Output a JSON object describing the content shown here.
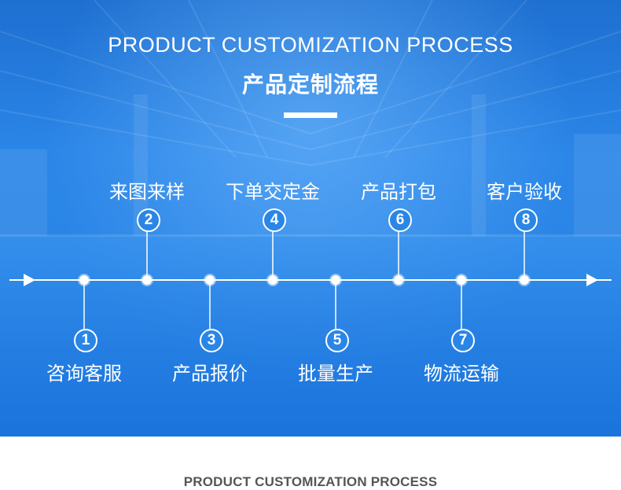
{
  "header": {
    "title_en": "PRODUCT CUSTOMIZATION PROCESS",
    "title_cn": "产品定制流程"
  },
  "steps": [
    {
      "num": "1",
      "label": "咨询客服"
    },
    {
      "num": "2",
      "label": "来图来样"
    },
    {
      "num": "3",
      "label": "产品报价"
    },
    {
      "num": "4",
      "label": "下单交定金"
    },
    {
      "num": "5",
      "label": "批量生产"
    },
    {
      "num": "6",
      "label": "产品打包"
    },
    {
      "num": "7",
      "label": "物流运输"
    },
    {
      "num": "8",
      "label": "客户验收"
    }
  ],
  "footer": {
    "title_en": "PRODUCT CUSTOMIZATION PROCESS"
  },
  "colors": {
    "banner_blue": "#2a85e6",
    "line_white": "#ffffff",
    "footer_text": "#555555"
  }
}
